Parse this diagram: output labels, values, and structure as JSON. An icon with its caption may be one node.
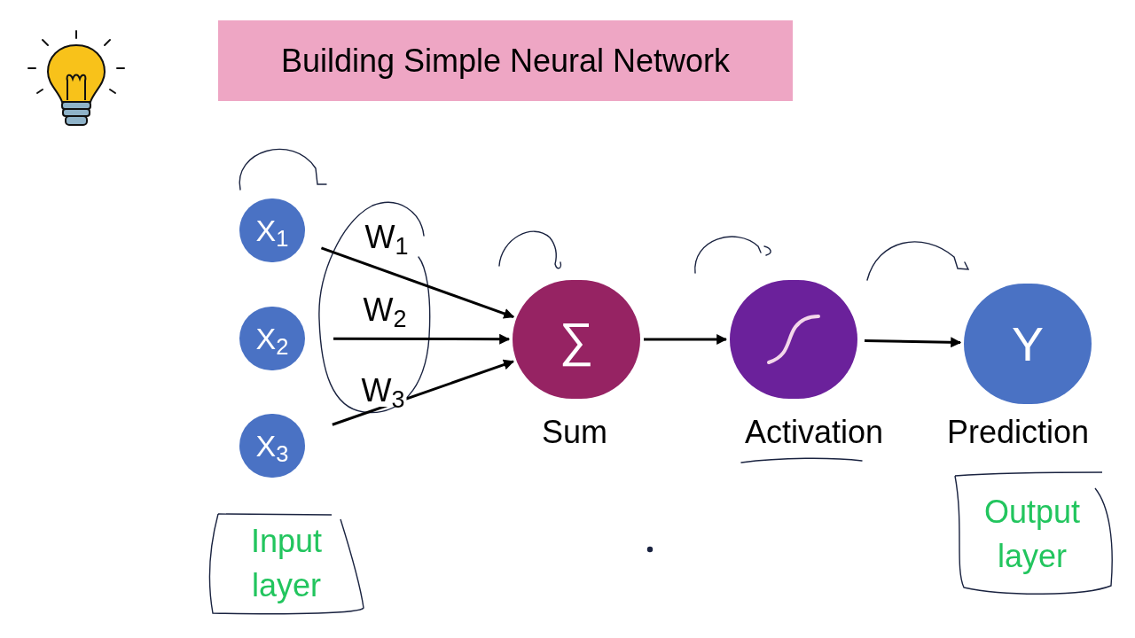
{
  "diagram": {
    "title": "Building Simple Neural Network",
    "nodes": [
      {
        "text": [
          "X$_{1}$"
        ]
      },
      {
        "text": [
          "X$_{2}$"
        ]
      },
      {
        "text": [
          "X$_{3}$"
        ]
      },
      {
        "text": [
          "∑"
        ],
        "beside": [
          "Sum"
        ]
      },
      {
        "text": [],
        "shape": "circle",
        "beside": [
          "Activation"
        ]
      },
      {
        "text": [
          "Y"
        ],
        "beside": [
          "Prediction"
        ]
      },
      {
        "text": [
          "Input layer"
        ]
      },
      {
        "text": [
          "Output layer"
        ]
      }
    ],
    "edges": [
      {
        "from": 0,
        "to": 3,
        "arrow": "to",
        "label": "W$_{1}$"
      },
      {
        "from": 1,
        "to": 3,
        "arrow": "to",
        "label": "W$_{2}$"
      },
      {
        "from": 2,
        "to": 3,
        "arrow": "to",
        "label": "W$_{3}$"
      },
      {
        "from": 3,
        "to": 4,
        "arrow": "to"
      },
      {
        "from": 4,
        "to": 5,
        "arrow": "to"
      }
    ]
  }
}
